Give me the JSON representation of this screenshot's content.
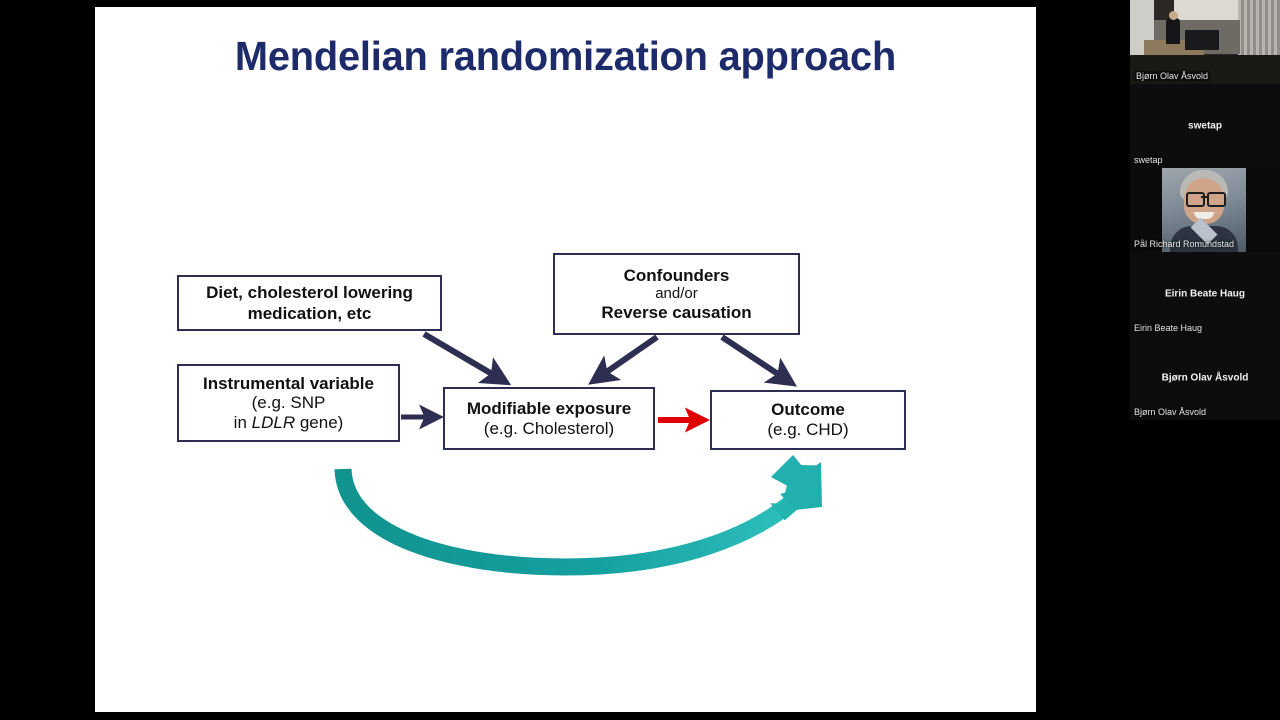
{
  "slide": {
    "title": "Mendelian randomization approach",
    "nodes": {
      "diet": {
        "line1": "Diet, cholesterol lowering",
        "line2": "medication, etc"
      },
      "instrumental_variable": {
        "line1": "Instrumental variable",
        "line2": "(e.g. SNP",
        "line3_pre": "in ",
        "line3_italic": "LDLR",
        "line3_post": " gene)"
      },
      "confounders": {
        "line1": "Confounders",
        "line2": "and/or",
        "line3": "Reverse causation"
      },
      "exposure": {
        "line1": "Modifiable exposure",
        "line2": "(e.g. Cholesterol)"
      },
      "outcome": {
        "line1": "Outcome",
        "line2": "(e.g. CHD)"
      }
    },
    "colors": {
      "title": "#1d2b6b",
      "box_border": "#2e2e52",
      "arrow_dark": "#2e2e52",
      "arrow_red": "#e00000",
      "arrow_teal": "#18a8a8"
    }
  },
  "sidebar": {
    "tiles": [
      {
        "name": "Bjørn Olav Åsvold",
        "corner_name": "Bjørn Olav Åsvold",
        "kind": "video-podium"
      },
      {
        "name": "swetap",
        "corner_name": "swetap",
        "kind": "avatar-initials"
      },
      {
        "name": "Pål Richard Romundstad",
        "corner_name": "Pål Richard Romundstad",
        "kind": "photo"
      },
      {
        "name": "Eirin Beate Haug",
        "corner_name": "Eirin Beate Haug",
        "kind": "avatar-initials"
      },
      {
        "name": "Bjørn Olav Åsvold",
        "corner_name": "Bjørn Olav Åsvold",
        "kind": "avatar-initials"
      }
    ]
  }
}
